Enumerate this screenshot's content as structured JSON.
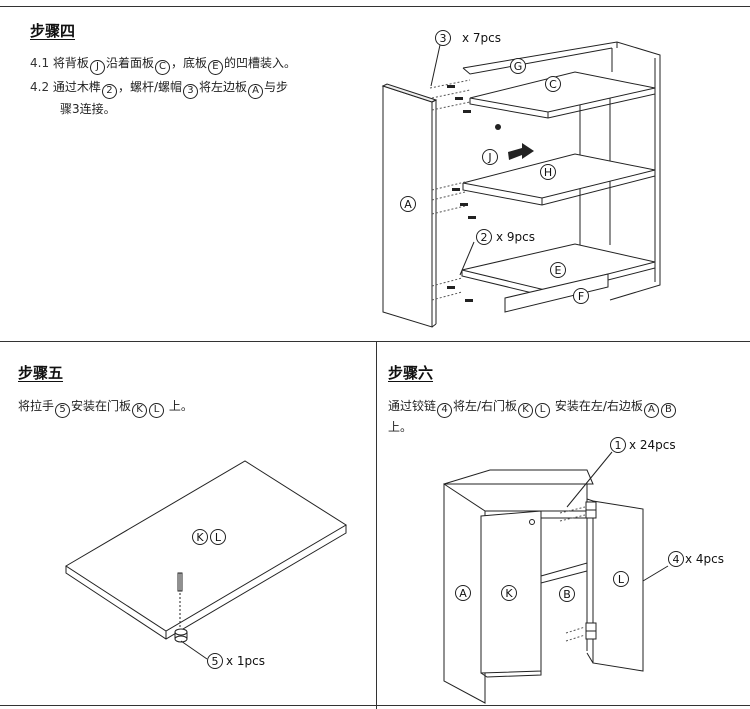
{
  "step4": {
    "title": "步骤四",
    "line1": {
      "num": "4.1",
      "t1": "将背板",
      "c1": "J",
      "t2": "沿着面板",
      "c2": "C",
      "t3": "，底板",
      "c3": "E",
      "t4": "的凹槽装入。"
    },
    "line2": {
      "num": "4.2",
      "t1": "通过木榫",
      "c1": "2",
      "t2": "，螺杆/螺帽",
      "c2": "3",
      "t3": "将左边板",
      "c3": "A",
      "t4": "与步"
    },
    "line3": "骤3连接。",
    "callout_bolts": {
      "id": "3",
      "qty": "x 7pcs"
    },
    "callout_dowels": {
      "id": "2",
      "qty": "x 9pcs"
    },
    "labels": {
      "G": "G",
      "C": "C",
      "J": "J",
      "H": "H",
      "E": "E",
      "F": "F",
      "A": "A"
    }
  },
  "step5": {
    "title": "步骤五",
    "t1": "将拉手",
    "c1": "5",
    "t2": "安装在门板",
    "c2": "K",
    "c3": "L",
    "t3": "上。",
    "panel_label_k": "K",
    "panel_label_l": "L",
    "callout_handle": {
      "id": "5",
      "qty": "x 1pcs"
    }
  },
  "step6": {
    "title": "步骤六",
    "t1": "通过铰链",
    "c1": "4",
    "t2": "将左/右门板",
    "c2": "K",
    "c3": "L",
    "t3": "安装在左/右边板",
    "c4": "A",
    "c5": "B",
    "t4": "上。",
    "callout_screws": {
      "id": "1",
      "qty": "x 24pcs"
    },
    "callout_hinges": {
      "id": "4",
      "qty": "x 4pcs"
    },
    "labels": {
      "A": "A",
      "K": "K",
      "B": "B",
      "L": "L"
    }
  }
}
